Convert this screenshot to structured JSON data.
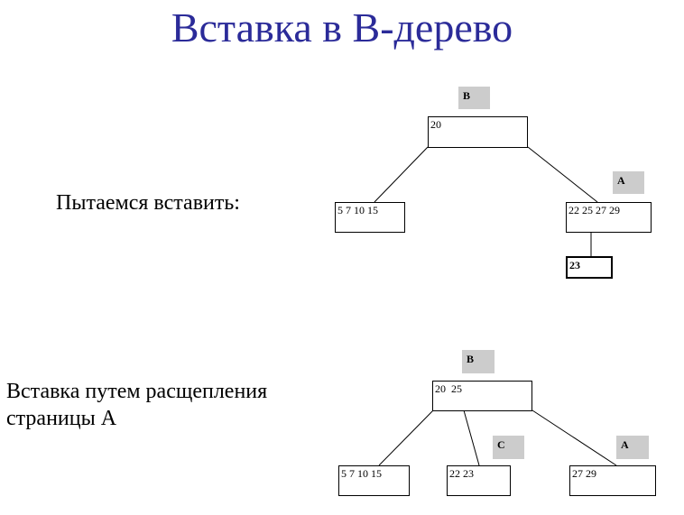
{
  "title": "Вставка в В-дерево",
  "captions": {
    "try_insert": "Пытаемся вставить:",
    "split_line1": "Вставка путем расщепления",
    "split_line2": "страницы А"
  },
  "diagram1": {
    "root": {
      "tag": "B",
      "keys": "20"
    },
    "left": {
      "keys": "5 7 10 15"
    },
    "right": {
      "tag": "A",
      "keys": "22 25 27 29"
    },
    "new_key": "23"
  },
  "diagram2": {
    "root": {
      "tag": "B",
      "keys": "20  25"
    },
    "left": {
      "keys": "5 7 10 15"
    },
    "middle": {
      "tag": "C",
      "keys": "22 23"
    },
    "right": {
      "tag": "A",
      "keys": "27 29"
    }
  }
}
